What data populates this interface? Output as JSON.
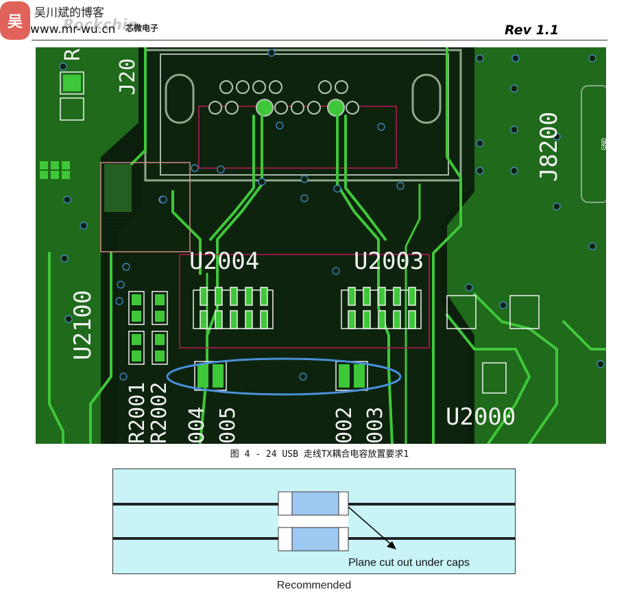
{
  "header": {
    "logo_char": "吴",
    "blog_name": "吴川斌的博客",
    "blog_url": "www.mr-wu.cn",
    "brand_watermark": "Rockchip",
    "company": "芯微电子",
    "revision": "Rev 1.1"
  },
  "pcb": {
    "labels": {
      "j20": "J20",
      "r_top": "R",
      "j8200": "J8200",
      "gnd": "GND",
      "u2004": "U2004",
      "u2003": "U2003",
      "u2100": "U2100",
      "u2000": "U2000",
      "r2001": "R2001",
      "r2002": "R2002",
      "c004": "004",
      "c005": "005",
      "c002": "002",
      "c003": "003"
    },
    "colors": {
      "board": "#0a1c0a",
      "copper": "#1e6b1a",
      "trace": "#3fc73a",
      "silkscreen": "#f2f2f2",
      "outline": "#c2185b",
      "highlight": "#4a90d9"
    }
  },
  "figure_caption": "图 4 - 24 USB 走线TX耦合电容放置要求1",
  "recommended": {
    "annotation": "Plane cut out under caps",
    "caption": "Recommended",
    "colors": {
      "plane": "#c8f4f8",
      "cap_body": "#9dc8f2",
      "trace": "#222222"
    }
  }
}
